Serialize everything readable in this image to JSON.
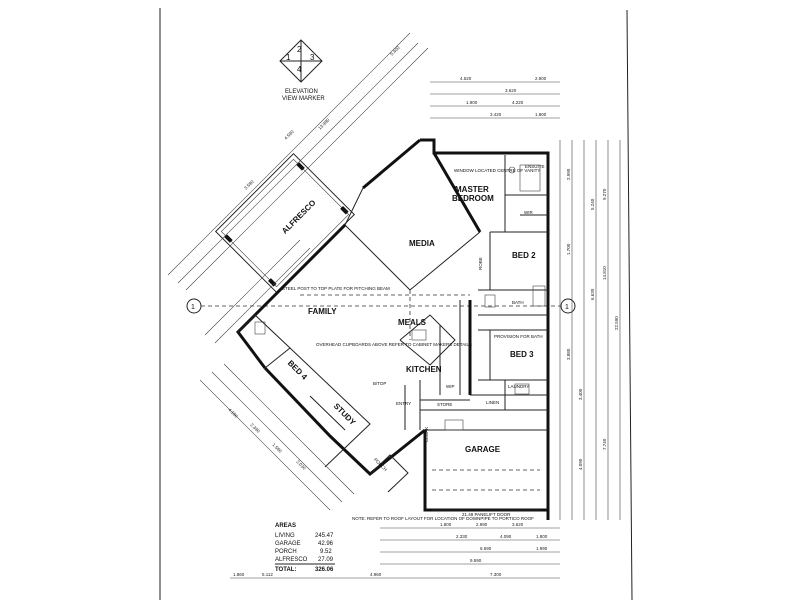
{
  "marker": {
    "numbers": [
      "1",
      "2",
      "3",
      "4"
    ],
    "title_line1": "ELEVATION",
    "title_line2": "VIEW MARKER"
  },
  "section_marker": "1",
  "rooms": {
    "alfresco": "ALFRESCO",
    "media": "MEDIA",
    "master": "MASTER",
    "bedroom": "BEDROOM",
    "bed2": "BED 2",
    "family": "FAMILY",
    "meals": "MEALS",
    "bed3": "BED 3",
    "bed4": "BED 4",
    "kitchen": "KITCHEN",
    "study": "STUDY",
    "garage": "GARAGE",
    "entry": "ENTRY",
    "store": "STORE",
    "laundry": "LAUNDRY",
    "linen": "LINEN",
    "wip": "WIP",
    "bath": "BATH",
    "ensuite": "ENSUITE",
    "wir": "WIR",
    "porch": "PORCH",
    "btop": "B/TOP",
    "cloak": "CLOAK",
    "robe": "ROBE"
  },
  "notes": {
    "steel_post": "STEEL POST TO TOP PLATE FOR PITCHING BEAM",
    "window": "WINDOW LOCATED CENTRE OF VANITY",
    "overhead": "OVERHEAD CUPBOARDS ABOVE REFER TO CABINET MAKERS DETAILS",
    "provision": "PROVISION FOR BATH",
    "garage_door": "21.48 PANELIFT DOOR",
    "roof_note": "NOTE: REFER TO ROOF LAYOUT FOR LOCATION OF DOWNPIPE TO PORTICO ROOF"
  },
  "dimensions": {
    "top": [
      "4.520",
      "2.900",
      "3.620",
      "1.900",
      "4.220",
      "3.420",
      "1.800"
    ],
    "bottom": [
      "1.800",
      "2.330",
      "2.990",
      "3.620",
      "4.090",
      "1.800",
      "1.990",
      "6.590",
      "9.590",
      "7.300",
      "5.112",
      "4.960",
      "1.860"
    ],
    "right": [
      "2.990",
      "1.700",
      "3.880",
      "3.400",
      "4.090",
      "5.240",
      "6.630",
      "9.270",
      "14.810",
      "22.590",
      "7.740"
    ],
    "left": [
      "4.180",
      "2.390",
      "1.580",
      "2.030",
      "4.590",
      "3.580",
      "13.980",
      "5.400"
    ]
  },
  "areas": {
    "heading": "AREAS",
    "rows": [
      {
        "label": "LIVING",
        "value": "245.47"
      },
      {
        "label": "GARAGE",
        "value": "42.96"
      },
      {
        "label": "PORCH",
        "value": "9.52"
      },
      {
        "label": "ALFRESCO",
        "value": "27.09"
      }
    ],
    "total_label": "TOTAL:",
    "total_value": "326.06"
  }
}
